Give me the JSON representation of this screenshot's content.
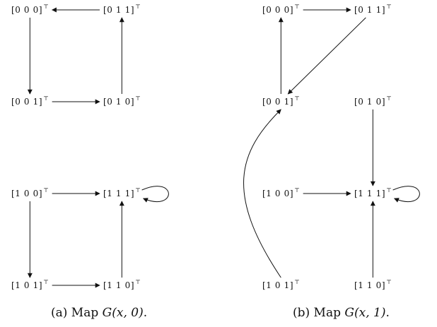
{
  "transpose_symbol": "⊤",
  "diagrams": [
    {
      "id": "a",
      "caption": {
        "prefix": "(a) Map ",
        "math": "G(x, 0)",
        "suffix": "."
      },
      "nodes": [
        {
          "id": "000",
          "label": "[0 0 0]"
        },
        {
          "id": "011",
          "label": "[0 1 1]"
        },
        {
          "id": "001",
          "label": "[0 0 1]"
        },
        {
          "id": "010",
          "label": "[0 1 0]"
        },
        {
          "id": "100",
          "label": "[1 0 0]"
        },
        {
          "id": "111",
          "label": "[1 1 1]"
        },
        {
          "id": "101",
          "label": "[1 0 1]"
        },
        {
          "id": "110",
          "label": "[1 1 0]"
        }
      ],
      "edges": [
        {
          "from": "011",
          "to": "000"
        },
        {
          "from": "000",
          "to": "001"
        },
        {
          "from": "001",
          "to": "010"
        },
        {
          "from": "010",
          "to": "011"
        },
        {
          "from": "100",
          "to": "111"
        },
        {
          "from": "100",
          "to": "101"
        },
        {
          "from": "101",
          "to": "110"
        },
        {
          "from": "110",
          "to": "111"
        },
        {
          "from": "111",
          "to": "111",
          "self_loop": true
        }
      ]
    },
    {
      "id": "b",
      "caption": {
        "prefix": "(b) Map ",
        "math": "G(x, 1)",
        "suffix": "."
      },
      "nodes": [
        {
          "id": "000",
          "label": "[0 0 0]"
        },
        {
          "id": "011",
          "label": "[0 1 1]"
        },
        {
          "id": "001",
          "label": "[0 0 1]"
        },
        {
          "id": "010",
          "label": "[0 1 0]"
        },
        {
          "id": "100",
          "label": "[1 0 0]"
        },
        {
          "id": "111",
          "label": "[1 1 1]"
        },
        {
          "id": "101",
          "label": "[1 0 1]"
        },
        {
          "id": "110",
          "label": "[1 1 0]"
        }
      ],
      "edges": [
        {
          "from": "000",
          "to": "011"
        },
        {
          "from": "011",
          "to": "001"
        },
        {
          "from": "001",
          "to": "000"
        },
        {
          "from": "010",
          "to": "111"
        },
        {
          "from": "100",
          "to": "111"
        },
        {
          "from": "110",
          "to": "111"
        },
        {
          "from": "101",
          "to": "001",
          "curved": true
        },
        {
          "from": "111",
          "to": "111",
          "self_loop": true
        }
      ]
    }
  ]
}
